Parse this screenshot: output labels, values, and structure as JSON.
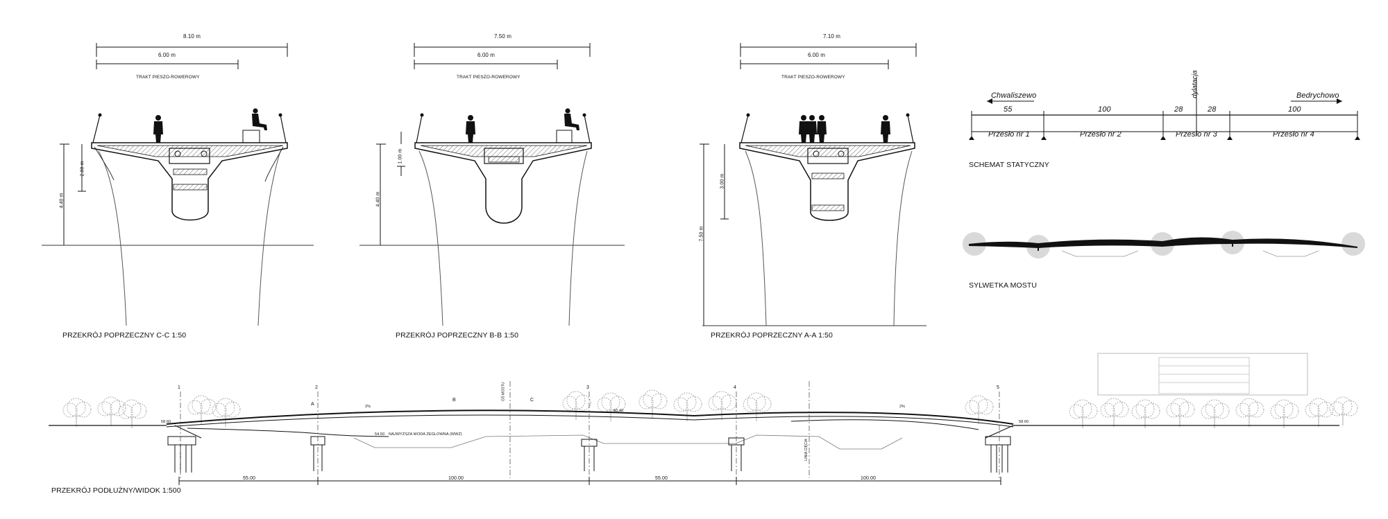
{
  "sections": {
    "cc": {
      "title": "PRZEKRÓJ POPRZECZNY C-C 1:50",
      "total_width": "8.10 m",
      "path_width": "6.00 m",
      "path_label": "TRAKT PIESZO-ROWEROWY",
      "h_small": "2.00 m",
      "h_large": "4.40 m"
    },
    "bb": {
      "title": "PRZEKRÓJ POPRZECZNY B-B 1:50",
      "total_width": "7.50 m",
      "path_width": "6.00 m",
      "path_label": "TRAKT PIESZO-ROWEROWY",
      "h_small": "1.00 m",
      "h_large": "4.40 m"
    },
    "aa": {
      "title": "PRZEKRÓJ POPRZECZNY A-A 1:50",
      "total_width": "7.10 m",
      "path_width": "6.00 m",
      "path_label": "TRAKT PIESZO-ROWEROWY",
      "h_small": "3.00 m",
      "h_large": "7.50 m"
    }
  },
  "static_scheme": {
    "title": "SCHEMAT STATYCZNY",
    "left_place": "Chwaliszewo",
    "right_place": "Bedrychowo",
    "expansion": "dylatacja",
    "dimensions": [
      "55",
      "100",
      "28",
      "28",
      "100"
    ],
    "spans": [
      "Przesło nr 1",
      "Przesło nr 2",
      "Przesło nr 3",
      "Przesło nr 4"
    ]
  },
  "silhouette": {
    "title": "SYLWETKA MOSTU"
  },
  "longitudinal": {
    "title": "PRZEKRÓJ PODŁUŻNY/WIDOK 1:500",
    "spans": [
      "55.00",
      "100.00",
      "55.00",
      "100.00"
    ],
    "axes": [
      "1",
      "2",
      "3",
      "4",
      "5"
    ],
    "section_marks": [
      "A",
      "B",
      "C"
    ],
    "water_label": "NAJWYŻSZA WODA ŻEGLOWNA (WWŻ)",
    "water_level": "54.50",
    "left_level": "58.60",
    "right_level": "58.60",
    "mid_level": "60.40",
    "slope_left": "2%",
    "slope_right": "2%",
    "axis_label": "OŚ MOSTU",
    "line_label": "LINIA CIĘCIA"
  }
}
